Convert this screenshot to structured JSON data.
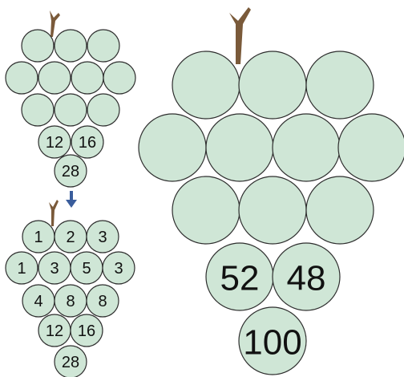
{
  "colors": {
    "grape_fill": "#cfe6d6",
    "grape_stroke": "#2e2e2e",
    "stem": "#7a5a3a",
    "arrow": "#3a5d9c"
  },
  "small_top": {
    "rows": [
      [
        "",
        "",
        ""
      ],
      [
        "",
        "",
        "",
        ""
      ],
      [
        "",
        "",
        ""
      ],
      [
        "12",
        "16"
      ],
      [
        "28"
      ]
    ]
  },
  "small_bottom": {
    "rows": [
      [
        "1",
        "2",
        "3"
      ],
      [
        "1",
        "3",
        "5",
        "3"
      ],
      [
        "4",
        "8",
        "8"
      ],
      [
        "12",
        "16"
      ],
      [
        "28"
      ]
    ]
  },
  "large": {
    "rows": [
      [
        "",
        "",
        ""
      ],
      [
        "",
        "",
        "",
        ""
      ],
      [
        "",
        "",
        ""
      ],
      [
        "52",
        "48"
      ],
      [
        "100"
      ]
    ]
  }
}
